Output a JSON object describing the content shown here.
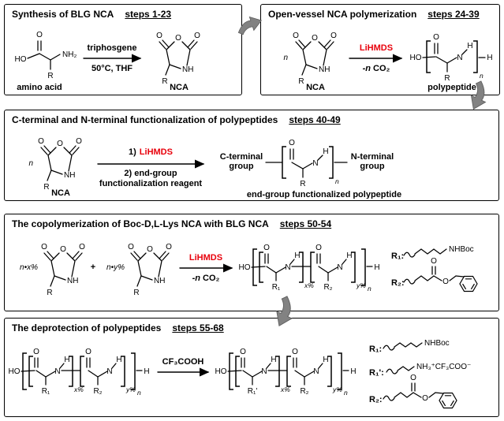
{
  "colors": {
    "red_accent": "#e8000b",
    "arrow_gray": "#828282",
    "border": "#000000",
    "background": "#ffffff"
  },
  "panel1": {
    "title": "Synthesis of BLG NCA",
    "steps": "steps 1-23",
    "reagent_above": "triphosgene",
    "reagent_below": "50°C, THF",
    "reactant_label": "amino acid",
    "product_label": "NCA"
  },
  "panel2": {
    "title": "Open-vessel NCA polymerization",
    "steps": "steps 24-39",
    "reagent_above": "LiHMDS",
    "reagent_below_italic": "-n",
    "reagent_below_rest": "CO₂",
    "reactant_label": "NCA",
    "product_label": "polypeptide"
  },
  "panel3": {
    "title": "C-terminal and N-terminal functionalization of polypeptides",
    "steps": "steps 40-49",
    "reagent_line1_num": "1)",
    "reagent_line1_red": "LiHMDS",
    "reagent_line2": "2) end-group",
    "reagent_line3": "functionalization reagent",
    "reactant_label": "NCA",
    "product_label": "end-group functionalized polypeptide",
    "c_terminal_line1": "C-terminal",
    "c_terminal_line2": "group",
    "n_terminal_line1": "N-terminal",
    "n_terminal_line2": "group"
  },
  "panel4": {
    "title": "The copolymerization of Boc-D,L-Lys NCA with BLG NCA",
    "steps": "steps 50-54",
    "reagent_above": "LiHMDS",
    "reagent_below_italic": "-n",
    "reagent_below_rest": "CO₂",
    "monomer1_coeff": "n•x%",
    "plus": "+",
    "monomer2_coeff": "n•y%",
    "r1_label": "R₁:",
    "r1_value": "NHBoc",
    "r2_label": "R₂:"
  },
  "panel5": {
    "title": "The deprotection of polypeptides",
    "steps": "steps 55-68",
    "reagent_above": "CF₃COOH",
    "r1_label": "R₁:",
    "r1_value": "NHBoc",
    "r1p_label": "R₁':",
    "r1p_value": "NH₃⁺CF₃COO⁻",
    "r2_label": "R₂:"
  },
  "atoms": {
    "ho": "HO",
    "o": "O",
    "nh2": "NH₂",
    "nh": "NH",
    "n": "N",
    "h": "H",
    "r": "R",
    "r1": "R₁",
    "r2": "R₂",
    "r1p": "R₁'",
    "n_italic": "n",
    "x_pct": "x%",
    "y_pct": "y%"
  }
}
